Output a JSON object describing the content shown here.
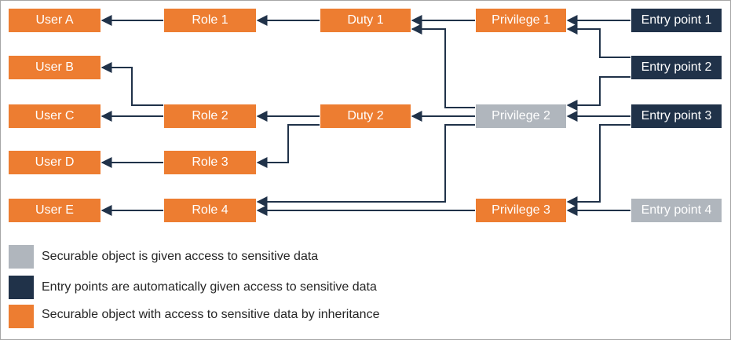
{
  "nodes": {
    "user_a": "User A",
    "user_b": "User B",
    "user_c": "User C",
    "user_d": "User D",
    "user_e": "User E",
    "role_1": "Role 1",
    "role_2": "Role 2",
    "role_3": "Role 3",
    "role_4": "Role 4",
    "duty_1": "Duty 1",
    "duty_2": "Duty 2",
    "privilege_1": "Privilege 1",
    "privilege_2": "Privilege 2",
    "privilege_3": "Privilege 3",
    "entry_point_1": "Entry point 1",
    "entry_point_2": "Entry point 2",
    "entry_point_3": "Entry point 3",
    "entry_point_4": "Entry point 4"
  },
  "legend": {
    "gray": "Securable object is given access to sensitive data",
    "navy": "Entry points are automatically given access to sensitive data",
    "orange": "Securable object with access to sensitive data by inheritance"
  },
  "colors": {
    "orange": "#ed7d31",
    "navy": "#203249",
    "gray": "#b0b6bd",
    "connector": "#203249"
  }
}
